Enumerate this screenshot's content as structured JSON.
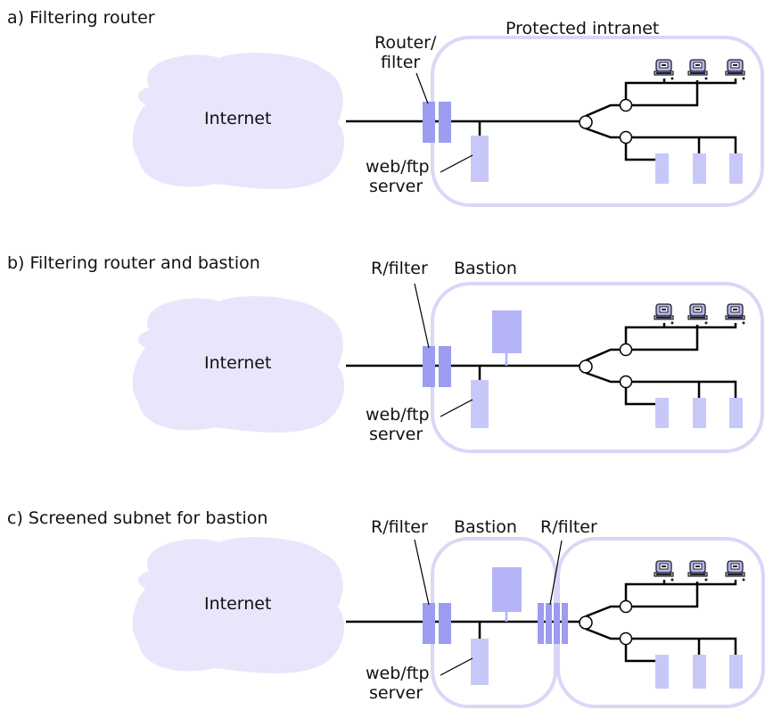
{
  "colors": {
    "cloud": "#e8e6fb",
    "frame": "#d8d8f6",
    "filter": "#9c9cf0",
    "filter_stroke": "#8080d8",
    "server": "#c8c8f8",
    "bastion": "#b4b4f6",
    "line": "#000000"
  },
  "sections": [
    {
      "title": "a) Filtering router",
      "internet": "Internet",
      "router_label_1": "Router/",
      "router_label_2": "filter",
      "server_label_1": "web/ftp",
      "server_label_2": "server",
      "intranet_label": "Protected intranet"
    },
    {
      "title": "b) Filtering router and bastion",
      "internet": "Internet",
      "router_label_1": "R/filter",
      "bastion_label": "Bastion",
      "server_label_1": "web/ftp",
      "server_label_2": "server"
    },
    {
      "title": "c) Screened subnet for bastion",
      "internet": "Internet",
      "router_label_1": "R/filter",
      "bastion_label": "Bastion",
      "router2_label": "R/filter",
      "server_label_1": "web/ftp",
      "server_label_2": "server"
    }
  ]
}
